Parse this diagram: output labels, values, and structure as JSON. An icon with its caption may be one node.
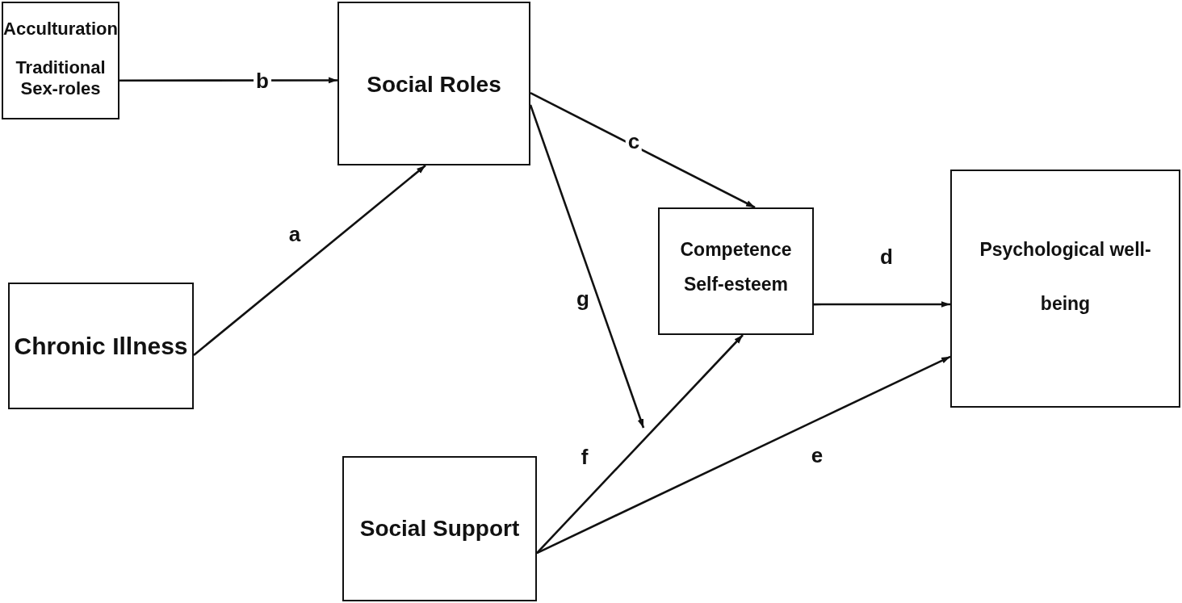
{
  "diagram": {
    "nodes": [
      {
        "text": [
          "Acculturation",
          "Traditional Sex-roles"
        ]
      },
      {
        "text": [
          "Social Roles"
        ]
      },
      {
        "text": [
          "Chronic Illness"
        ]
      },
      {
        "text": [
          "Competence Self-esteem"
        ]
      },
      {
        "text": [
          "Psychological well-being"
        ]
      },
      {
        "text": [
          "Social Support"
        ]
      }
    ],
    "edges": [
      {
        "from": 0,
        "to": 1,
        "arrow": "to",
        "label": "b"
      },
      {
        "from": 2,
        "to": 1,
        "arrow": "to",
        "label": "a"
      },
      {
        "from": 1,
        "to": 3,
        "arrow": "to",
        "label": "c"
      },
      {
        "from": 1,
        "to": null,
        "arrow": "to",
        "label": "g"
      },
      {
        "from": 3,
        "to": 4,
        "arrow": "to",
        "label": "d"
      },
      {
        "from": 5,
        "to": 3,
        "arrow": "to",
        "label": "f"
      },
      {
        "from": 5,
        "to": 4,
        "arrow": "to",
        "label": "e"
      }
    ]
  }
}
